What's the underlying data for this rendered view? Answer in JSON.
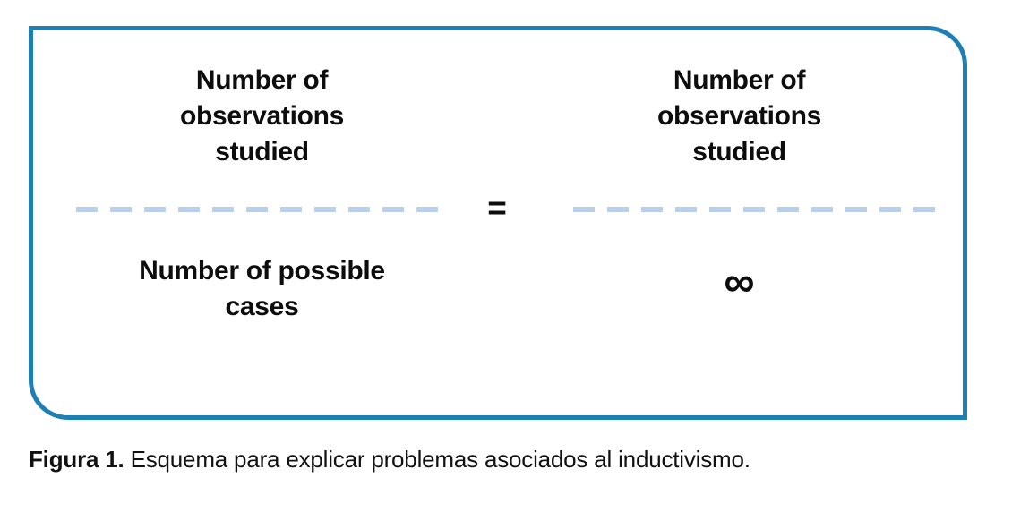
{
  "figure": {
    "box": {
      "border_color": "#1e7fb4"
    },
    "left_fraction": {
      "numerator_lines": [
        "Number of",
        "observations",
        "studied"
      ],
      "denominator_lines": [
        "Number of possible",
        "cases"
      ]
    },
    "equals": "=",
    "right_fraction": {
      "numerator_lines": [
        "Number of",
        "observations",
        "studied"
      ],
      "denominator_symbol": "∞"
    },
    "fraction_bar_color": "#b9cfec",
    "text_color": "#0d0d0d"
  },
  "caption": {
    "label": "Figura 1.",
    "text": "Esquema para explicar problemas asociados al inductivismo."
  }
}
